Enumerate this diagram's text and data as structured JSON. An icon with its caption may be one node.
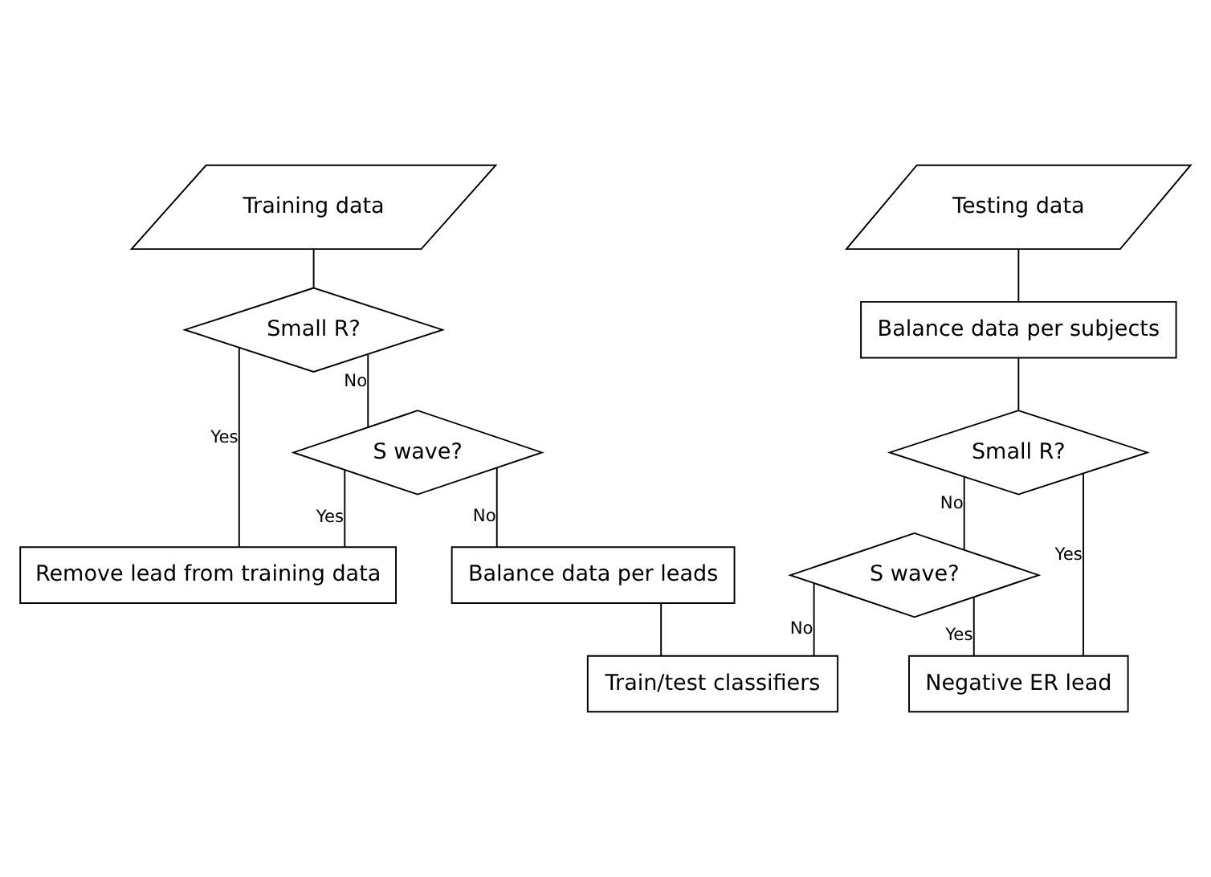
{
  "diagram": {
    "nodes": [
      {
        "text": [
          "Training data"
        ]
      },
      {
        "text": [
          "Small R?"
        ]
      },
      {
        "text": [
          "Remove lead from training data"
        ]
      },
      {
        "text": [
          "S wave?"
        ]
      },
      {
        "text": [
          "Balance data per leads"
        ]
      },
      {
        "text": [
          "Train/test classifiers"
        ]
      },
      {
        "text": [
          "Testing data"
        ]
      },
      {
        "text": [
          "Balance data per subjects"
        ]
      },
      {
        "text": [
          "Small R?"
        ]
      },
      {
        "text": [
          "Negative ER lead"
        ]
      },
      {
        "text": [
          "S wave?"
        ]
      }
    ],
    "edges": [
      {
        "from": 0,
        "to": 1,
        "arrow": "none"
      },
      {
        "from": 1,
        "to": 2,
        "arrow": "none",
        "label": "Yes"
      },
      {
        "from": 1,
        "to": 3,
        "arrow": "none",
        "label": "No"
      },
      {
        "from": 3,
        "to": 2,
        "arrow": "none",
        "label": "Yes"
      },
      {
        "from": 3,
        "to": 4,
        "arrow": "none",
        "label": "No"
      },
      {
        "from": 4,
        "to": 5,
        "arrow": "none"
      },
      {
        "from": 6,
        "to": 7,
        "arrow": "none"
      },
      {
        "from": 7,
        "to": 8,
        "arrow": "none"
      },
      {
        "from": 8,
        "to": 9,
        "arrow": "none",
        "label": "Yes"
      },
      {
        "from": 8,
        "to": 10,
        "arrow": "none",
        "label": "No"
      },
      {
        "from": 10,
        "to": 9,
        "arrow": "none",
        "label": "Yes"
      },
      {
        "from": 10,
        "to": 5,
        "arrow": "none",
        "label": "No"
      }
    ]
  }
}
